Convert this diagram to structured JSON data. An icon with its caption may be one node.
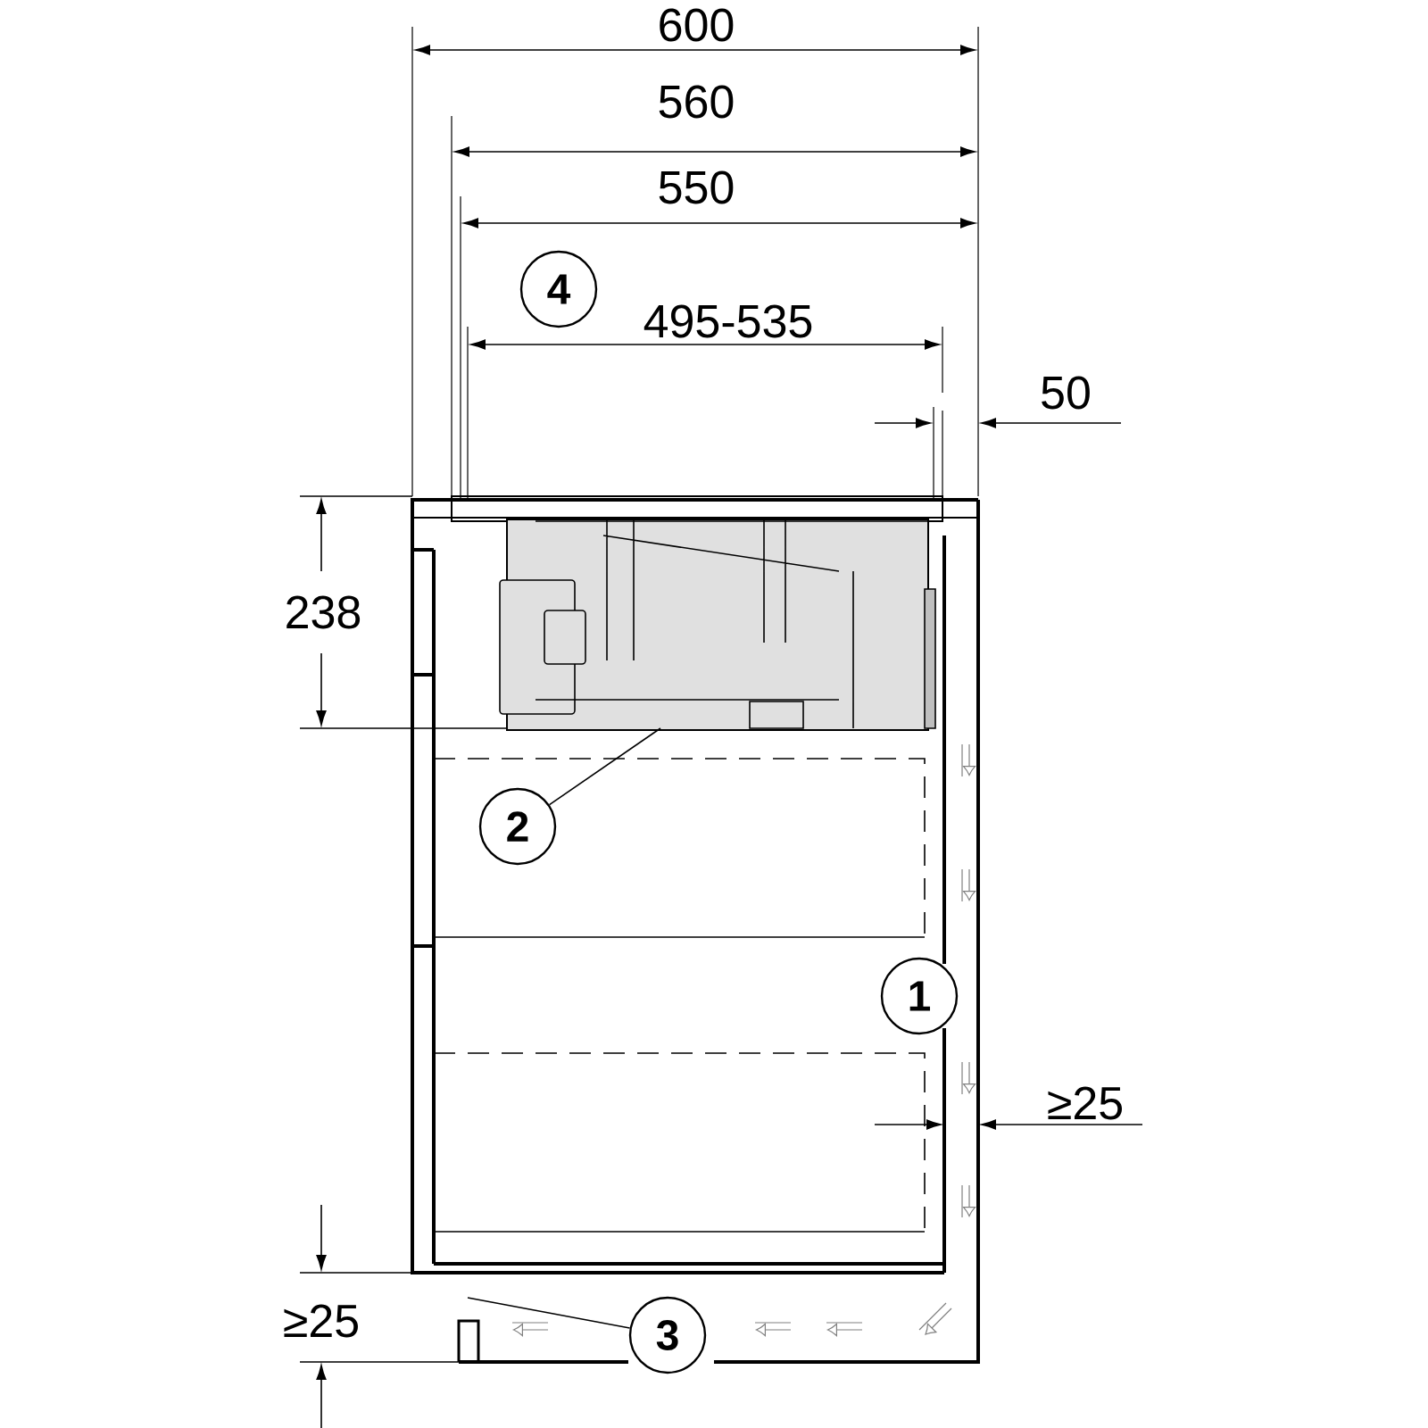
{
  "diagram": {
    "nodes": [
      {
        "text": [
          "4"
        ]
      },
      {
        "text": [
          "2"
        ]
      },
      {
        "text": [],
        "shape": "picture"
      },
      {
        "text": [
          "1"
        ]
      },
      {
        "text": [
          "3"
        ]
      }
    ],
    "edges": [
      {
        "from": 1,
        "to": 2,
        "arrow": "none"
      },
      {
        "from": 4,
        "to": null,
        "arrow": "none"
      }
    ],
    "labels": [
      "600",
      "560",
      "550",
      "495-535",
      "50",
      "238",
      "≥25",
      "≥25"
    ]
  }
}
